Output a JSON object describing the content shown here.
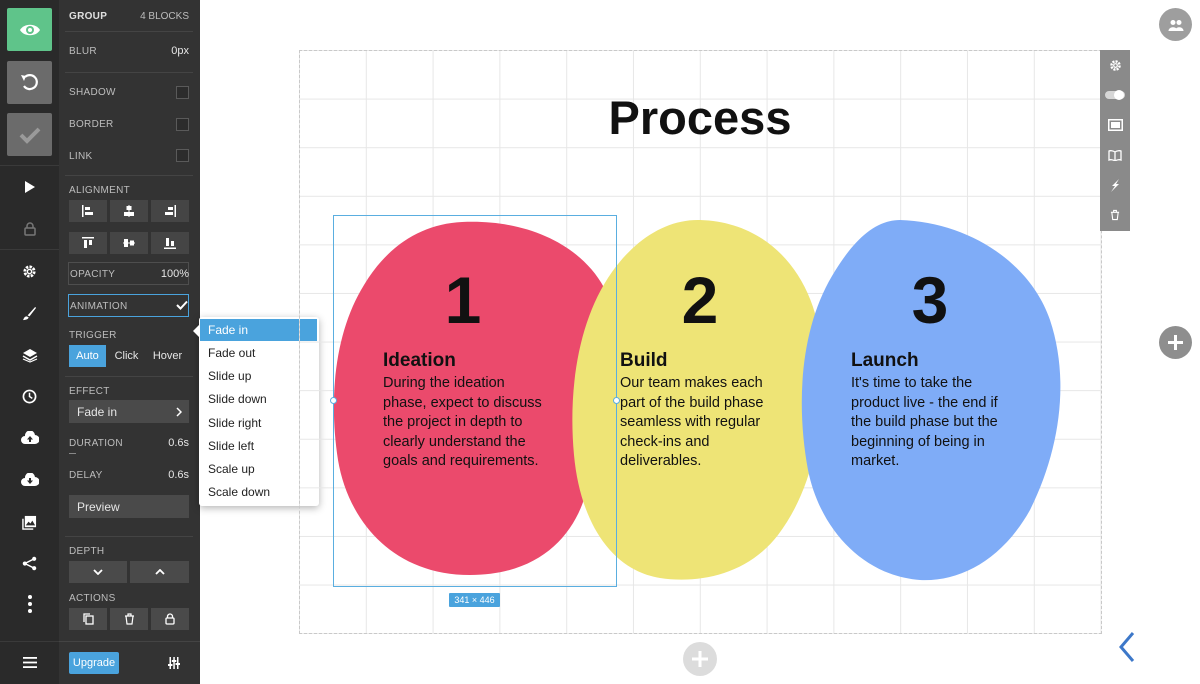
{
  "sidebar_rail": {
    "items": [
      "eye-icon",
      "undo-icon",
      "check-icon",
      "play-icon",
      "lock-icon",
      "gear-icon",
      "brush-icon",
      "layers-icon",
      "clock-icon",
      "cloud-upload-icon",
      "cloud-download-icon",
      "image-icon",
      "share-icon",
      "more-vertical-icon",
      "menu-icon"
    ]
  },
  "panel": {
    "group_label": "GROUP",
    "blocks_count": "4 BLOCKS",
    "blur_label": "BLUR",
    "blur_value": "0px",
    "shadow_label": "SHADOW",
    "border_label": "BORDER",
    "link_label": "LINK",
    "alignment_label": "ALIGNMENT",
    "opacity_label": "OPACITY",
    "opacity_value": "100%",
    "animation_label": "ANIMATION",
    "trigger_label": "TRIGGER",
    "trigger_options": [
      "Auto",
      "Click",
      "Hover"
    ],
    "trigger_selected": "Auto",
    "effect_label": "EFFECT",
    "effect_value": "Fade in",
    "duration_label": "DURATION",
    "duration_value": "0.6s",
    "delay_label": "DELAY",
    "delay_value": "0.6s",
    "preview_label": "Preview",
    "depth_label": "DEPTH",
    "actions_label": "ACTIONS",
    "upgrade_label": "Upgrade"
  },
  "effect_menu": {
    "items": [
      "Fade in",
      "Fade out",
      "Slide up",
      "Slide down",
      "Slide right",
      "Slide left",
      "Scale up",
      "Scale down"
    ],
    "selected": "Fade in"
  },
  "slide": {
    "title": "Process",
    "steps": [
      {
        "number": "1",
        "heading": "Ideation",
        "text": "During the ideation phase, expect to discuss the project in depth to clearly understand the goals and requirements.",
        "color": "#eb4a6c"
      },
      {
        "number": "2",
        "heading": "Build",
        "text": "Our team makes each part of the build phase seamless with regular check-ins and deliverables.",
        "color": "#eee476"
      },
      {
        "number": "3",
        "heading": "Launch",
        "text": "It's time to take the product live - the end if the build phase but the beginning of being in market.",
        "color": "#7facf7"
      }
    ],
    "selection_size": "341 × 446"
  },
  "colors": {
    "accent": "#4aa3dd",
    "eye_button": "#5fc48a",
    "rail_bg": "#2a2a2a",
    "panel_bg": "#333333"
  }
}
